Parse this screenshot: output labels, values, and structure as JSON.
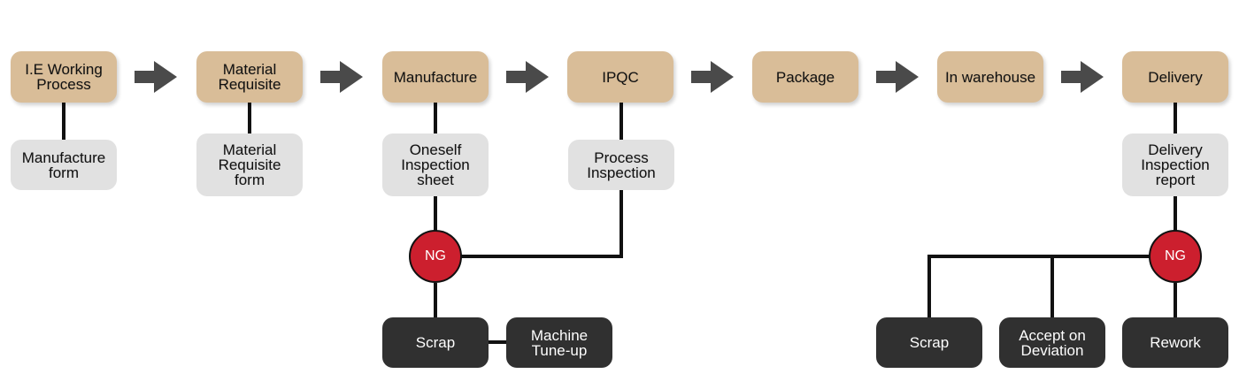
{
  "stages": [
    "I.E Working\nProcess",
    "Material\nRequisite",
    "Manufacture",
    "IPQC",
    "Package",
    "In warehouse",
    "Delivery"
  ],
  "documents": {
    "manufacture_form": "Manufacture\nform",
    "material_requisite_form": "Material\nRequisite\nform",
    "oneself_inspection_sheet": "Oneself\nInspection\nsheet",
    "process_inspection": "Process\nInspection",
    "delivery_inspection_report": "Delivery\nInspection\nreport"
  },
  "ng_label": "NG",
  "outcomes": {
    "scrap_left": "Scrap",
    "machine_tune_up": "Machine\nTune-up",
    "scrap_right": "Scrap",
    "accept_on_deviation": "Accept on\nDeviation",
    "rework": "Rework"
  },
  "colors": {
    "stage": "#d9bd98",
    "document": "#e1e1e1",
    "outcome": "#303030",
    "ng": "#cc1f2e",
    "arrow": "#4a4a4a"
  }
}
